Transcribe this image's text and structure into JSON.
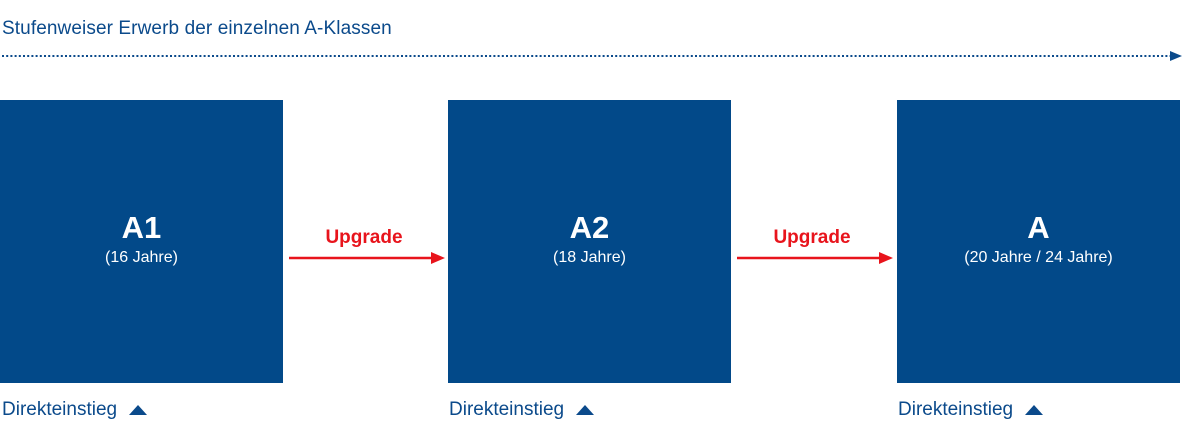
{
  "title": "Stufenweiser Erwerb der einzelnen A-Klassen",
  "classes": [
    {
      "name": "A1",
      "age": "(16 Jahre)",
      "entry_label": "Direkteinstieg"
    },
    {
      "name": "A2",
      "age": "(18 Jahre)",
      "entry_label": "Direkteinstieg"
    },
    {
      "name": "A",
      "age": "(20 Jahre / 24 Jahre)",
      "entry_label": "Direkteinstieg"
    }
  ],
  "upgrades": [
    {
      "label": "Upgrade"
    },
    {
      "label": "Upgrade"
    }
  ],
  "icons": {
    "timeline": "dotted-arrow-right-icon",
    "upgrade": "arrow-right-icon",
    "entry": "triangle-up-icon"
  },
  "colors": {
    "primary": "#024989",
    "text_blue": "#0b4a8b",
    "accent_red": "#e8141c",
    "background": "#ffffff"
  }
}
